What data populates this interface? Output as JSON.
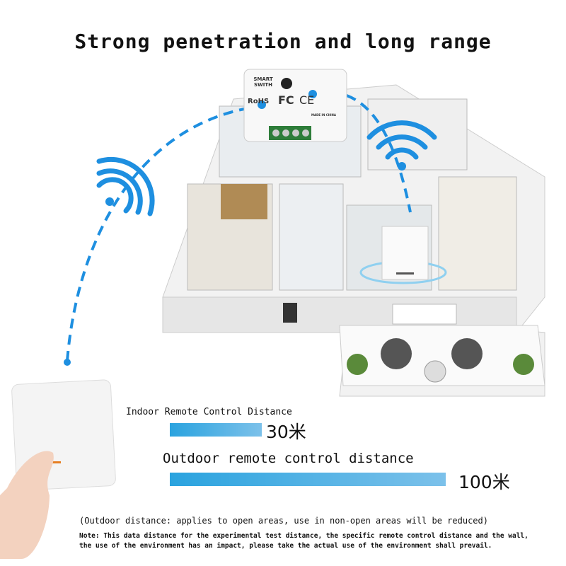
{
  "title": "Strong penetration and long range",
  "switch_device": {
    "brand_label": "SMART SWITH",
    "certifications": [
      "RoHS",
      "FC",
      "CE"
    ],
    "made_in": "MADE IN CHINA"
  },
  "indoor": {
    "label": "Indoor Remote Control Distance",
    "value": "30米",
    "fill_fraction": 0.33
  },
  "outdoor": {
    "label": "Outdoor remote control distance",
    "value": "100米",
    "fill_fraction": 1.0
  },
  "notes": {
    "outdoor_note": "(Outdoor distance: applies to open areas, use in non-open areas will be reduced)",
    "note_line1": "Note: This data distance for the experimental test distance, the specific remote control distance and the wall,",
    "note_line2": "the use of the environment has an impact, please take the actual use of the environment shall prevail."
  },
  "colors": {
    "accent": "#2aa3df",
    "signal": "#1e8fe0"
  }
}
